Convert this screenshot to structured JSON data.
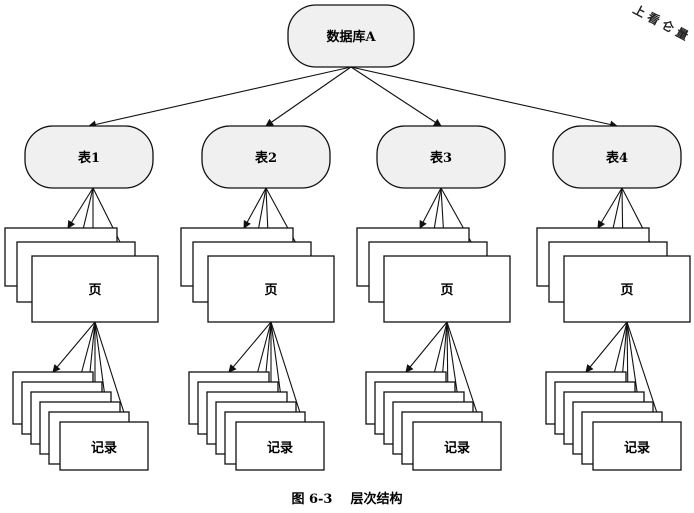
{
  "root": {
    "label": "数据库A"
  },
  "tables": [
    {
      "label": "表1",
      "page_label": "页",
      "record_label": "记录"
    },
    {
      "label": "表2",
      "page_label": "页",
      "record_label": "记录"
    },
    {
      "label": "表3",
      "page_label": "页",
      "record_label": "记录"
    },
    {
      "label": "表4",
      "page_label": "页",
      "record_label": "记录"
    }
  ],
  "caption": "图 6-3    层次结构",
  "watermark": "上 看 仑 量",
  "colors": {
    "stroke": "#111111",
    "rounded_fill": "#f0f0f0",
    "box_fill": "#ffffff"
  }
}
